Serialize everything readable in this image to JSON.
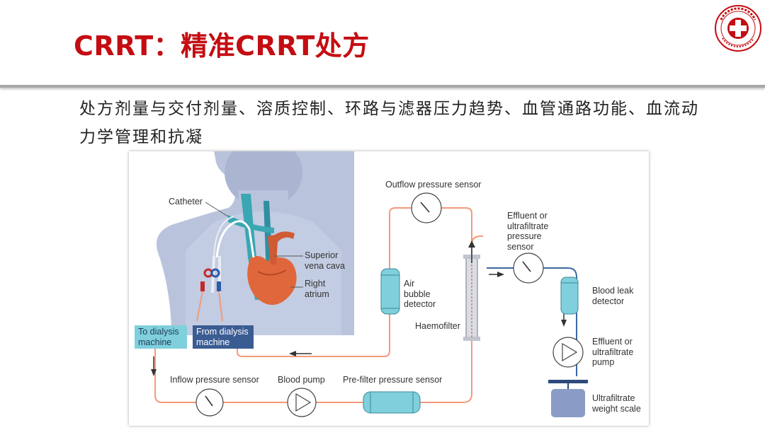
{
  "slide": {
    "title": "CRRT：精准CRRT处方",
    "subtitle": "处方剂量与交付剂量、溶质控制、环路与滤器压力趋势、血管通路功能、血流动力学管理和抗凝",
    "logo_text": "首都医科大学附属北京朝阳医院 BEIJING CHAO-YANG HOSPITAL"
  },
  "diagram": {
    "labels": {
      "catheter": "Catheter",
      "superior_vena_cava": "Superior\nvena cava",
      "right_atrium": "Right\natrium",
      "to_dialysis": "To dialysis\nmachine",
      "from_dialysis": "From dialysis\nmachine",
      "outflow_pressure_sensor": "Outflow pressure sensor",
      "air_bubble_detector": "Air\nbubble\ndetector",
      "haemofilter": "Haemofilter",
      "effluent_pressure_sensor": "Effluent or\nultrafiltrate\npressure\nsensor",
      "blood_leak_detector": "Blood leak\ndetector",
      "effluent_pump": "Effluent or\nultrafiltrate\npump",
      "ultrafiltrate_scale": "Ultrafiltrate\nweight scale",
      "inflow_pressure_sensor": "Inflow pressure sensor",
      "blood_pump": "Blood pump",
      "prefilter_pressure_sensor": "Pre-filter pressure sensor"
    },
    "colors": {
      "blood_line": "#f29a7a",
      "effluent_line": "#3a6aa0",
      "body": "#b9c4dc",
      "vessel": "#3aa7b3",
      "heart": "#e0673c",
      "device": "#7fd0dc"
    }
  }
}
